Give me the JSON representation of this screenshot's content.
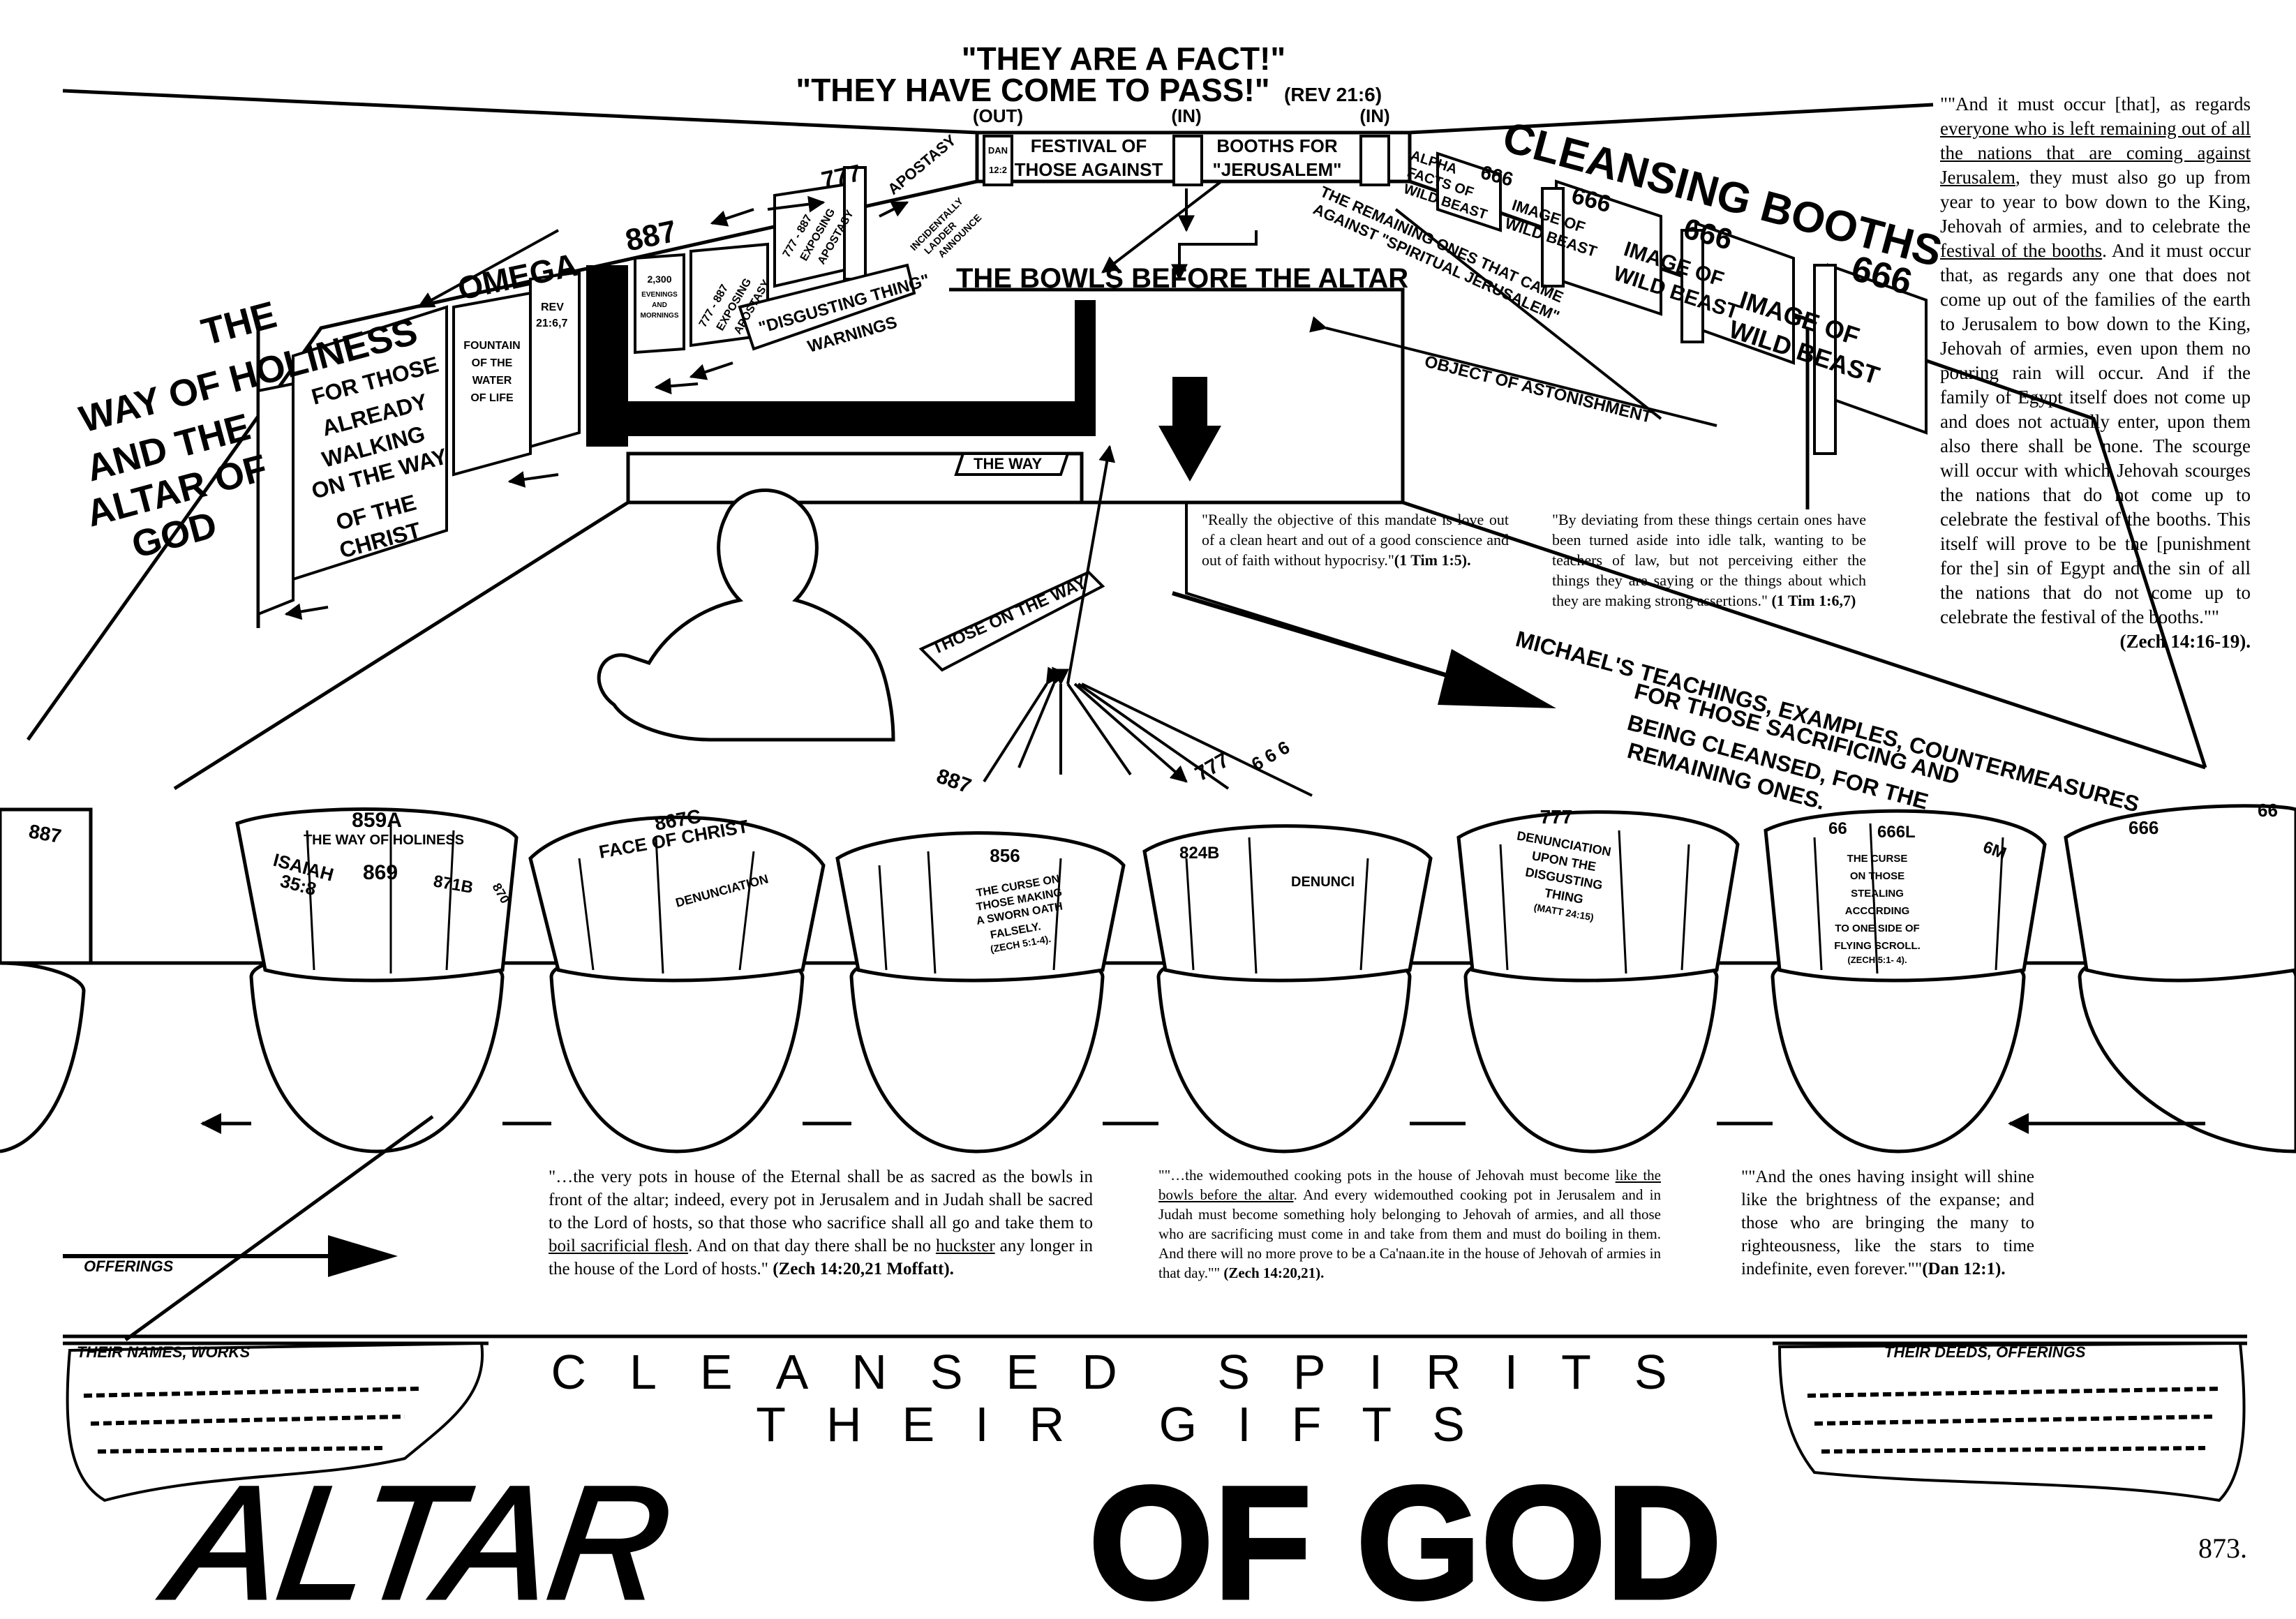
{
  "header": {
    "line1": "\"THEY ARE A FACT!\"",
    "line2": "\"THEY HAVE COME TO PASS!\"",
    "line2_ref": "(REV 21:6)",
    "out": "(OUT)",
    "in1": "(IN)",
    "in2": "(IN)"
  },
  "signs": {
    "dan": "DAN",
    "dan_ref": "12:2",
    "festival_a": "FESTIVAL OF",
    "festival_b": "THOSE AGAINST",
    "booths_a": "BOOTHS FOR",
    "booths_b": "\"JERUSALEM\"",
    "alpha_a": "ALPHA",
    "alpha_b": "FACTS OF",
    "alpha_c": "WILD BEAST",
    "cleansing_booths": "CLEANSING BOOTHS",
    "n666a": "666",
    "n666b": "666",
    "n666c": "666",
    "n666d": "666",
    "image_a1": "IMAGE OF",
    "image_a2": "WILD BEAST",
    "image_b1": "IMAGE OF",
    "image_b2": "WILD BEAST",
    "image_c1": "IMAGE OF",
    "image_c2": "WILD BEAST",
    "remaining_a": "THE REMAINING ONES THAT CAME",
    "remaining_b": "AGAINST \"SPIRITUAL JERUSALEM\"",
    "astonishment": "OBJECT OF ASTONISHMENT",
    "bowls_before_altar": "THE BOWLS BEFORE THE ALTAR",
    "n777": "777",
    "apostasy": "APOSTASY",
    "n777_887a": "777 - 887",
    "n777_887b": "EXPOSING",
    "n777_887c": "APOSTASY",
    "n887": "887",
    "evenings_a": "2,300",
    "evenings_b": "EVENINGS",
    "evenings_c": "AND",
    "evenings_d": "MORNINGS",
    "exposing_a": "777 - 887",
    "exposing_b": "EXPOSING",
    "exposing_c": "APOSTASY",
    "incidental_a": "INCIDENTALLY",
    "incidental_b": "LADDER",
    "incidental_c": "ANNOUNCE",
    "disgusting_a": "\"DISGUSTING THING\"",
    "disgusting_b": "WARNINGS",
    "omega": "OMEGA",
    "rev_a": "REV",
    "rev_b": "21:6,7",
    "fountain_a": "FOUNTAIN",
    "fountain_b": "OF THE",
    "fountain_c": "WATER",
    "fountain_d": "OF LIFE",
    "way_holiness_1": "THE",
    "way_holiness_2": "WAY OF HOLINESS",
    "way_holiness_3": "AND THE",
    "way_holiness_4": "ALTAR OF",
    "way_holiness_5": "GOD",
    "walking_1": "FOR THOSE",
    "walking_2": "ALREADY",
    "walking_3": "WALKING",
    "walking_4": "ON THE WAY",
    "walking_5": "OF THE",
    "walking_6": "CHRIST",
    "the_way": "THE WAY",
    "those_on_way": "THOSE ON THE WAY",
    "michael_1": "MICHAEL'S TEACHINGS, EXAMPLES, COUNTERMEASURES",
    "michael_2": "FOR THOSE SACRIFICING AND",
    "michael_3": "BEING CLEANSED, FOR THE",
    "michael_4": "REMAINING ONES."
  },
  "ray_labels": {
    "r887": "887",
    "r777": "777",
    "r666": "6 6 6"
  },
  "bowls": {
    "b887": "887",
    "b859a": "859A",
    "b_way_holiness": "THE WAY OF HOLINESS",
    "isaiah_a": "ISAIAH",
    "isaiah_b": "35:8",
    "b869": "869",
    "b871b": "871B",
    "b870": "870",
    "b867c": "867C",
    "b_face": "FACE OF CHRIST",
    "b_denunc": "DENUNCIATION",
    "b856": "856",
    "curse_1": "THE CURSE ON",
    "curse_2": "THOSE MAKING",
    "curse_3": "A SWORN OATH",
    "curse_4": "FALSELY.",
    "curse_5": "(ZECH 5:1-4).",
    "b824b": "824B",
    "b_denunci": "DENUNCI",
    "b777": "777",
    "den_1": "DENUNCIATION",
    "den_2": "UPON THE",
    "den_3": "DISGUSTING",
    "den_4": "THING",
    "den_5": "(MATT 24:15)",
    "b66": "66",
    "b666l": "666L",
    "b6m": "6M",
    "scroll_1": "THE CURSE",
    "scroll_2": "ON THOSE",
    "scroll_3": "STEALING",
    "scroll_4": "ACCORDING",
    "scroll_5": "TO ONE SIDE OF",
    "scroll_6": "FLYING SCROLL.",
    "scroll_7": "(ZECH 5:1- 4).",
    "b666": "666",
    "b66b": "66"
  },
  "quotes": {
    "zech16_a": "\"\"And it must occur [that], as regards ",
    "zech16_u": "everyone who is left remaining out of all the nations that are coming against Jerusalem",
    "zech16_b": ", they must also go up from year to year to bow down to the King, Jehovah of armies, and to celebrate the ",
    "zech16_u2": "festival of the booths",
    "zech16_c": ". And it must occur that, as regards any one that does not come up out of the families of the earth to Jerusalem to bow down to the King, Jehovah of armies, even upon them no pouring rain will occur. And if the family of Egypt itself does not come up and does not actually enter, upon them also there shall be none. The scourge will occur with which Jehovah scourges the nations that do not come up to celebrate the festival of the booths. This itself will prove to be the [punishment for the] sin of Egypt and the sin of all the nations that do not come up to celebrate the festival of the booths.\"\"",
    "zech16_ref": "(Zech 14:16-19).",
    "tim15_text": "\"Really the objective of this mandate is love out of a clean heart and out of a good conscience and out of faith without hypocrisy.\"",
    "tim15_ref": "(1 Tim 1:5).",
    "tim167_text": "\"By deviating from these things certain ones have been turned aside into idle talk, wanting to be teachers of law, but not perceiving either the things they are saying or the things about which they are making strong assertions.\"",
    "tim167_ref": "(1 Tim 1:6,7)",
    "moffatt_a": "\"…the very pots in house of the Eternal shall be as sacred as the bowls in front of the altar; indeed, every pot in Jerusalem and in Judah shall be sacred to the Lord of hosts, so that those who sacrifice shall all go and take them to ",
    "moffatt_u": "boil sacrificial flesh",
    "moffatt_b": ". And on that day there shall be no ",
    "moffatt_u2": "huckster",
    "moffatt_c": " any longer in the house of the Lord of hosts.\"",
    "moffatt_ref": "(Zech 14:20,21 Moffatt).",
    "zech1420_a": "\"\"…the widemouthed cooking pots in the house of Jehovah must become ",
    "zech1420_u": "like the bowls before the altar",
    "zech1420_b": ". And every widemouthed cooking pot in Jerusalem and in Judah must become something holy belonging to Jehovah of armies, and all those who are sacrificing must come in and take from them and must do boiling in them. And there will no more prove to be a Ca'naan.ite in the house of Jehovah of armies in that day.\"\"",
    "zech1420_ref": "(Zech 14:20,21).",
    "dan_text": "\"\"And the ones having insight will shine like the brightness of the expanse; and those who are bringing the many to righteousness, like the stars to time indefinite, even forever.\"\"",
    "dan_ref": "(Dan 12:1)."
  },
  "footer": {
    "offerings": "OFFERINGS",
    "names_works": "THEIR NAMES, WORKS",
    "deeds_offerings": "THEIR DEEDS, OFFERINGS",
    "cleansed_spirits": "CLEANSED SPIRITS",
    "their_gifts": "THEIR GIFTS",
    "altar_a": "ALTAR",
    "altar_b": "OF GOD",
    "page_number": "873."
  }
}
